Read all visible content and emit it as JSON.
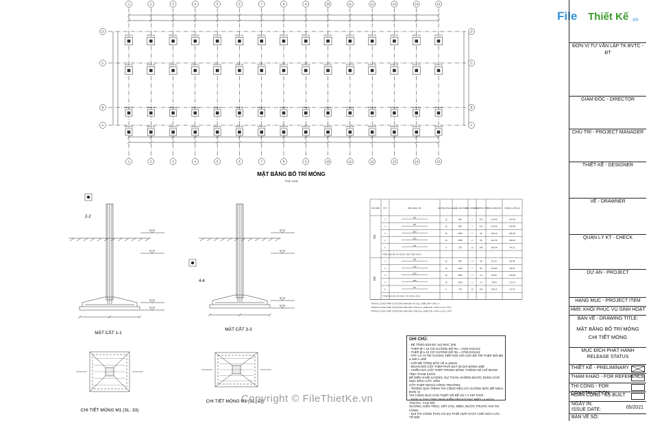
{
  "logo": {
    "mark": "File",
    "name": "Thiết Kế",
    "domain": ".vn"
  },
  "plan": {
    "title": "MẶT BẰNG BỐ TRÍ MÓNG",
    "scale": "TỈ LỆ: 1/100",
    "col_labels": [
      "1",
      "2",
      "3",
      "4",
      "5",
      "6",
      "7",
      "8",
      "9",
      "10",
      "11",
      "12",
      "13",
      "14",
      "15"
    ],
    "row_labels": [
      "D",
      "C",
      "B",
      "A"
    ],
    "footing_label": "MÓNG M1"
  },
  "sections": {
    "s11": "MẶT CẮT 1-1",
    "s33": "MẶT CẮT 3-3",
    "s22": "2-2",
    "s44": "4-4",
    "d1": "CHI TIẾT MÓNG M1 (SL: 33)",
    "d2": "CHI TIẾT MÓNG M1 (SL: 33)"
  },
  "rebar_table": {
    "headers": [
      "CẤU KIỆN",
      "STT",
      "HÌNH DẠNG, KÍCH THƯỚC",
      "ĐƯỜNG KÍNH (mm)",
      "CHIỀU DÀI THANH (mm)",
      "SỐ LƯỢNG 1CK",
      "SỐ LƯỢNG T.BỘ",
      "TỔNG CHIỀU DÀI (m)",
      "TRỌNG LƯỢNG (kG)"
    ],
    "groups": [
      {
        "name": "M1",
        "rows": [
          [
            "1",
            "950",
            "12",
            "950",
            "7",
            "231",
            "219.45",
            "194.83"
          ],
          [
            "2",
            "950",
            "12",
            "950",
            "7",
            "231",
            "219.45",
            "194.83"
          ],
          [
            "3",
            "2550",
            "16",
            "2550",
            "2",
            "66",
            "168.30",
            "265.56"
          ],
          [
            "4",
            "3250",
            "16",
            "3250",
            "2",
            "66",
            "214.50",
            "338.46"
          ],
          [
            "5",
            "150",
            "6",
            "730",
            "12",
            "396",
            "289.08",
            "64.15"
          ]
        ],
        "total": "TỔNG (kG)     Ø6: 64.15     Ø12: 389.7     Ø16: 604.0"
      },
      {
        "name": "M2",
        "rows": [
          [
            "1",
            "950",
            "12",
            "950",
            "8",
            "96",
            "91.20",
            "80.98"
          ],
          [
            "2",
            "1200",
            "12",
            "1200",
            "7",
            "84",
            "100.80",
            "89.51"
          ],
          [
            "3",
            "2900",
            "16",
            "2900",
            "2",
            "24",
            "69.60",
            "109.82"
          ],
          [
            "4",
            "3250",
            "16",
            "3250",
            "2",
            "24",
            "78.00",
            "123.07"
          ],
          [
            "5",
            "150",
            "6",
            "730",
            "12",
            "144",
            "105.12",
            "23.33"
          ]
        ],
        "total": "TỔNG (kG)     Ø6: 23.3     Ø12: 170.5     Ø16: 232.9"
      }
    ],
    "footer": [
      "- TRỌNG LƯỢNG THÉP CÓ ĐƯỜNG KÍNH Ø6 = 87.5 kg. CHIỀU DÀI = 394.2 m",
      "- TRỌNG LƯỢNG THÉP CÓ ĐƯỜNG KÍNH Ø12 = 560.2 kg. CHIỀU DÀI = 630.9 m (11.7 CÂY)",
      "- TRỌNG LƯỢNG THÉP CÓ ĐƯỜNG KÍNH Ø16 = 836.9 kg. CHIỀU DÀI = 530.4 m (12.1 CÂY)"
    ]
  },
  "notes": {
    "title": "GHI CHÚ:",
    "lines": [
      "- BÊ TÔNG B15 ĐÁ 1x2 MÁC 200",
      "- THÉP Ø < 10 CÓ CƯỜNG ĐỘ Rs = 2100 KG/cm2",
      "- THÉP Ø ≥ 10 CÓ CƯỜNG ĐỘ Rs = 2700 KG/cm2",
      "- TẤT CẢ VỊ TRÍ TƯƠNG TIẾP NỐI VỚI CỘT BỐ TRÍ THÉP NỐI Ø6 a 150 L=300",
      "- LỚP BÊ TÔNG BẢO VỆ a=25mm.",
      "- ĐOẠN NỐI CỐT THÉP PHẢI ĐẠT 30 DÀI BẰNG 40Ø",
      "- CHIỀU DÀI CỐT THÉP TRONG BẢNG THỐNG KÊ CHỈ MANG TÍNH THAM KHẢO",
      "  ĐỂ ĐIỀU KHỐI LƯỢNG, DỰ TOÁN, KHÔNG ĐƯỢC DÙNG CHO MỤC ĐÍCH CẮT, UỐN",
      "  CỐT THÉP NGOÀI CÔNG TRƯỜNG.",
      "- TRONG QUÁ TRÌNH THI CÔNG NẾU CÓ VƯỚNG MẮC ĐỀ NGHỊ ĐƠN VỊ",
      "  THI CÔNG BÁO CHO THIẾT KẾ ĐỂ XỬ LÝ KỊP THỜI.",
      "- ĐƠN VỊ THI CÔNG PHẢI KIỂM TRA KỸ ĐẶC BIỆT LÀ KÍCH THƯỚC, CAO ĐỘ,",
      "  HƯỚNG, KIẾN TRÚC, KẾT CẤU, ĐIỆN, NƯỚC TRƯỚC KHI THI CÔNG.",
      "- KHI THI CÔNG PHẢI CÓ SỰ PHỐI HỢP CHẶT CHẼ GIỮA CÁC TỔ ĐỘI."
    ]
  },
  "title_block": {
    "consultant": "ĐƠN VỊ TƯ VẤN LẬP TK BVTC - ĐT",
    "director": "GIÁM ĐỐC - DIRECTOR",
    "pm": "CHỦ TRÌ - PROJECT MANAGER",
    "designer": "THIẾT KẾ - DESIGNER",
    "drawner": "VẼ - DRAWNER",
    "check": "QUẢN LÝ KT - CHECK",
    "project": "DỰ ÁN - PROJECT",
    "item": "HẠNG MỤC - PROJECT ITEM",
    "item_value": "HM5: KHỐI PHỤC VỤ SINH HOẠT",
    "drawing_title": "BẢN VẼ - DRAWING TITLE:",
    "drawing_value1": "MẶT BẰNG BỐ TRÍ MÓNG",
    "drawing_value2": "CHI TIẾT MÓNG",
    "release1": "MỤC ĐÍCH PHÁT HÀNH",
    "release2": "RELEASE STATUS",
    "status": [
      "THIẾT KẾ - PRELIMINARY",
      "THAM KHẢO - FOR REFERENCE",
      "THI CÔNG - FOR CONSTRUCTION",
      "HOÀN CÔNG - AS BUILT"
    ],
    "date_label1": "NGÀY IN:",
    "date_label2": "ISSUE DATE:",
    "date_value": "05/2021",
    "sheet_no": "BẢN VẼ SỐ:"
  },
  "watermark": "Copyright © FileThietKe.vn"
}
